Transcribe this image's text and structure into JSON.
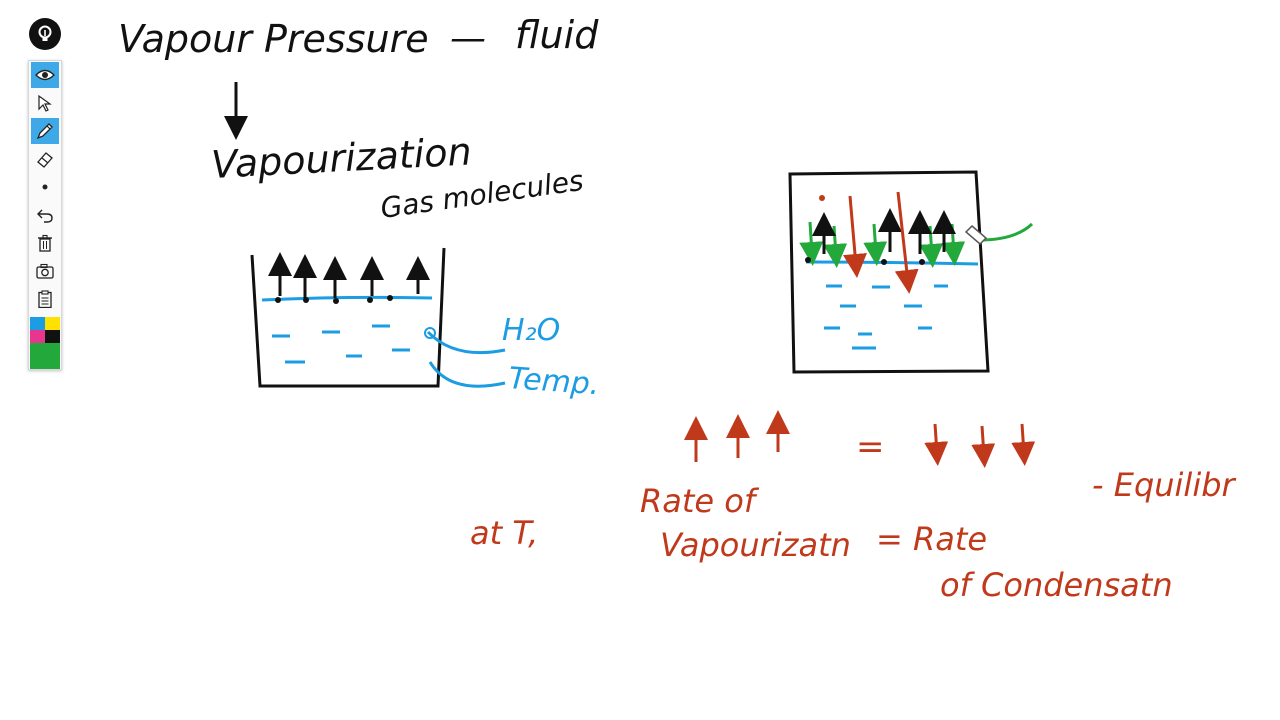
{
  "colors": {
    "black": "#111111",
    "blue": "#1b9ce3",
    "red": "#c0391b",
    "green": "#23a83c",
    "active_tool": "#3fa9e8"
  },
  "toolbar": {
    "logo_icon": "lightbulb-icon",
    "tools": [
      {
        "name": "eye-icon",
        "active": true
      },
      {
        "name": "pointer-icon",
        "active": false
      },
      {
        "name": "pen-icon",
        "active": true
      },
      {
        "name": "eraser-icon",
        "active": false
      },
      {
        "name": "dot-size-icon",
        "active": false
      },
      {
        "name": "undo-icon",
        "active": false
      },
      {
        "name": "trash-icon",
        "active": false
      },
      {
        "name": "camera-icon",
        "active": false
      },
      {
        "name": "clipboard-icon",
        "active": false
      }
    ],
    "palette": [
      "#1b9ce3",
      "#ffe100",
      "#e8368f",
      "#111111",
      "#23a83c"
    ]
  },
  "board": {
    "title": "Vapour Pressure",
    "title_dash": "—",
    "title_suffix": "fluid",
    "vaporization_label": "Vapourization",
    "gas_molecules_label": "Gas molecules",
    "h2o_label": "H₂O",
    "temp_label": "Temp.",
    "equals_sign": "=",
    "at_t_label": "at T,",
    "rate_of_label": "Rate of",
    "vaporization_short": "Vapourizatn",
    "equals_rate_label": "= Rate",
    "of_condensation_label": "of Condensatn",
    "equilibrium_label": "- Equilibr"
  }
}
